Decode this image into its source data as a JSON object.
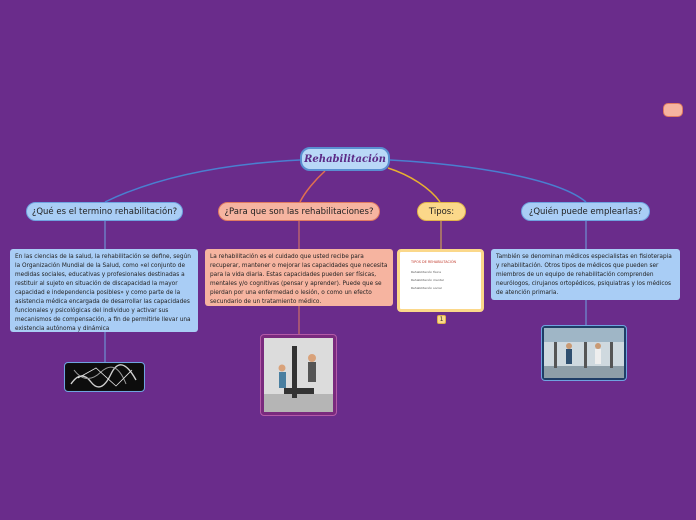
{
  "central": {
    "label": "Rehabilitación"
  },
  "branches": [
    {
      "label": "¿Qué es el termino rehabilitación?"
    },
    {
      "label": "¿Para que son las rehabilitaciones?"
    },
    {
      "label": "Tipos:"
    },
    {
      "label": "¿Quién puede emplearlas?"
    }
  ],
  "details": {
    "definition": "En las ciencias de la salud, la rehabilitación se define, según la Organización Mundial de la Salud, como «el conjunto de medidas sociales, educativas y profesionales destinadas a restituir al sujeto en situación de discapacidad la mayor capacidad e independencia posibles» y como parte de la asistencia médica encargada de desarrollar las capacidades funcionales y psicológicas del individuo y activar sus mecanismos de compensación, a fin de permitirle llevar una existencia autónoma y dinámica",
    "purpose": "La rehabilitación es el cuidado que usted recibe para recuperar, mantener o mejorar las capacidades que necesita para la vida diaria. Estas capacidades pueden ser físicas, mentales y/o cognitivas (pensar y aprender). Puede que se pierdan por una enfermedad o lesión, o como un efecto secundario de un tratamiento médico.",
    "who": "También se denominan médicos especialistas en fisioterapia y rehabilitación. Otros tipos de médicos que pueden ser miembros de un equipo de rehabilitación comprenden neurólogos, cirujanos ortopédicos, psiquiatras y los médicos de atención primaria."
  },
  "types_slide": {
    "title": "TIPOS DE REHABILITACIÓN",
    "lines": [
      "Rehabilitación física",
      "Rehabilitación mental",
      "Rehabilitación social"
    ]
  },
  "types_badge": "1",
  "colors": {
    "background": "#6a2c8b",
    "blue": "#a9cdf5",
    "salmon": "#f6b4a0",
    "yellow": "#fbd88a"
  }
}
